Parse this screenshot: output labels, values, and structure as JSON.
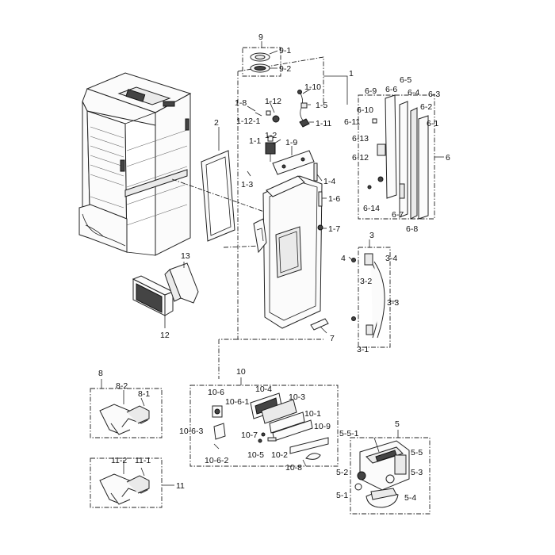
{
  "labels": {
    "l1": "1",
    "l1_1": "1-1",
    "l1_2": "1-2",
    "l1_3": "1-3",
    "l1_4": "1-4",
    "l1_5": "1-5",
    "l1_6": "1-6",
    "l1_7": "1-7",
    "l1_8": "1-8",
    "l1_9": "1-9",
    "l1_10": "1-10",
    "l1_11": "1-11",
    "l1_12": "1-12",
    "l1_12_1": "1-12-1",
    "l2": "2",
    "l3": "3",
    "l3_1": "3-1",
    "l3_2": "3-2",
    "l3_3": "3-3",
    "l3_4": "3-4",
    "l4": "4",
    "l5": "5",
    "l5_1": "5-1",
    "l5_2": "5-2",
    "l5_3": "5-3",
    "l5_4": "5-4",
    "l5_5": "5-5",
    "l5_5_1": "5-5-1",
    "l6": "6",
    "l6_1": "6-1",
    "l6_2": "6-2",
    "l6_3": "6-3",
    "l6_4": "6-4",
    "l6_5": "6-5",
    "l6_6": "6-6",
    "l6_7": "6-7",
    "l6_8": "6-8",
    "l6_9": "6-9",
    "l6_10": "6-10",
    "l6_11": "6-11",
    "l6_12": "6-12",
    "l6_13": "6-13",
    "l6_14": "6-14",
    "l7": "7",
    "l8": "8",
    "l8_1": "8-1",
    "l8_2": "8-2",
    "l9": "9",
    "l9_1": "9-1",
    "l9_2": "9-2",
    "l10": "10",
    "l10_1": "10-1",
    "l10_2": "10-2",
    "l10_3": "10-3",
    "l10_4": "10-4",
    "l10_5": "10-5",
    "l10_6": "10-6",
    "l10_6_1": "10-6-1",
    "l10_6_2": "10-6-2",
    "l10_6_3": "10-6-3",
    "l10_7": "10-7",
    "l10_8": "10-8",
    "l10_9": "10-9",
    "l11": "11",
    "l11_1": "11-1",
    "l11_2": "11-2",
    "l12": "12",
    "l13": "13"
  }
}
